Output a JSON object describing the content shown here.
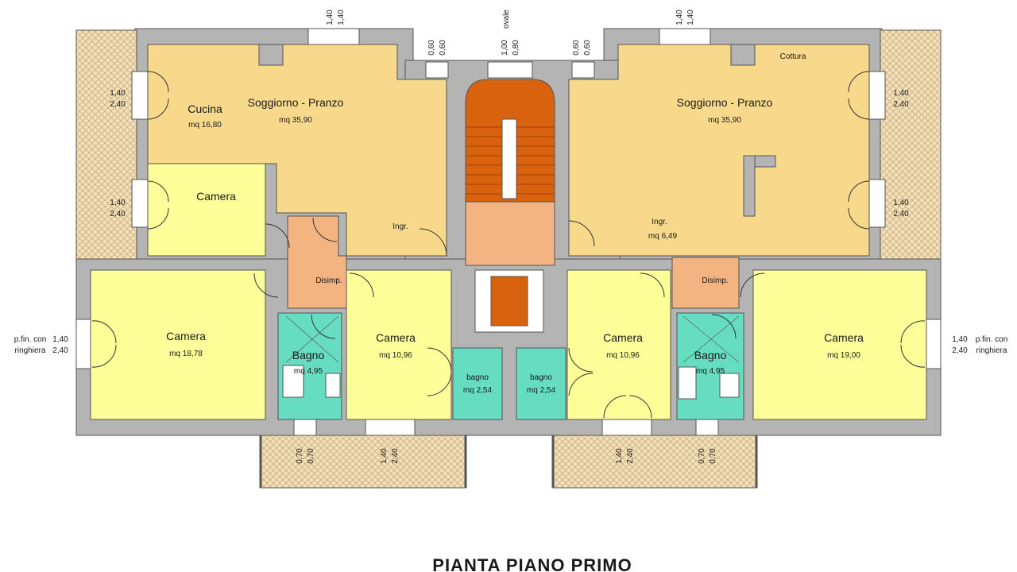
{
  "title": "PIANTA PIANO PRIMO",
  "rooms": {
    "cucina": {
      "name": "Cucina",
      "area": "mq 16,80"
    },
    "soggiorno_left": {
      "name": "Soggiorno - Pranzo",
      "area": "mq 35,90"
    },
    "soggiorno_right": {
      "name": "Soggiorno - Pranzo",
      "area": "mq 35,90"
    },
    "cottura": {
      "name": "Cottura"
    },
    "camera_left_top": {
      "name": "Camera"
    },
    "ingr_left": {
      "name": "Ingr."
    },
    "ingr_right": {
      "name": "Ingr.",
      "area": "mq 6,49"
    },
    "disimp_left": {
      "name": "Disimp."
    },
    "disimp_right": {
      "name": "Disimp."
    },
    "camera_left_big": {
      "name": "Camera",
      "area": "mq 18,78"
    },
    "bagno_left": {
      "name": "Bagno",
      "area": "mq 4,95"
    },
    "camera_left_mid": {
      "name": "Camera",
      "area": "mq 10,96"
    },
    "bagno_small_left": {
      "name": "bagno",
      "area": "mq 2,54"
    },
    "bagno_small_right": {
      "name": "bagno",
      "area": "mq 2,54"
    },
    "camera_right_mid": {
      "name": "Camera",
      "area": "mq 10,96"
    },
    "bagno_right": {
      "name": "Bagno",
      "area": "mq 4,95"
    },
    "camera_right_big": {
      "name": "Camera",
      "area": "mq 19,00"
    }
  },
  "dimensions": {
    "top_window_left": [
      "1,40",
      "1,40"
    ],
    "top_window_right": [
      "1,40",
      "1,40"
    ],
    "top_small_left": [
      "0,60",
      "0,60"
    ],
    "top_small_right": [
      "0,60",
      "0,60"
    ],
    "top_center": [
      "1,00",
      "0,80"
    ],
    "top_center_note": "ovale",
    "left_top": [
      "1,40",
      "2,40"
    ],
    "left_mid": [
      "1,40",
      "2,40"
    ],
    "left_low": [
      "1,40",
      "2,40"
    ],
    "left_low_note": [
      "p.fin. con",
      "ringhiera"
    ],
    "right_top": [
      "1,40",
      "2,40"
    ],
    "right_mid": [
      "1,40",
      "2,40"
    ],
    "right_low": [
      "1,40",
      "2,40"
    ],
    "right_low_note": [
      "p.fin. con",
      "ringhiera"
    ],
    "bottom_l1": [
      "0,70",
      "0,70"
    ],
    "bottom_l2": [
      "1,40",
      "2,40"
    ],
    "bottom_r1": [
      "1,40",
      "2,40"
    ],
    "bottom_r2": [
      "0,70",
      "0,70"
    ]
  },
  "colors": {
    "living": "#f8d98c",
    "bedroom": "#ffff99",
    "bath": "#66dcc0",
    "hall": "#f4b482",
    "stair": "#d9620f",
    "balcony": "#f2dfb8",
    "wall": "#b4b4b4"
  }
}
